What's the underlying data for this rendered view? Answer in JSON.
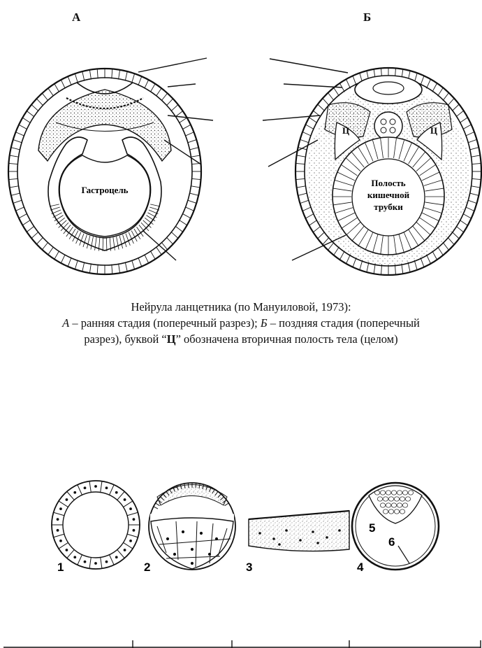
{
  "panels": {
    "a_letter": "А",
    "b_letter": "Б"
  },
  "figure1": {
    "gastrocoel_label": "Гастроцель",
    "gut_cavity_label_1": "Полость",
    "gut_cavity_label_2": "кишечной",
    "gut_cavity_label_3": "трубки",
    "coelom_label_left": "Ц",
    "coelom_label_right": "Ц"
  },
  "caption": {
    "line1": "Нейрула ланцетника (по Мануиловой, 1973):",
    "line2_italic_a": "А",
    "line2_text_a": " – ранняя стадия (поперечный разрез); ",
    "line2_italic_b": "Б",
    "line2_text_b": " – поздняя стадия (поперечный",
    "line3_text_1": "разрез), буквой “",
    "line3_bold": "Ц",
    "line3_text_2": "” обозначена вторичная полость тела (целом)"
  },
  "figure2": {
    "numbers": [
      "1",
      "2",
      "3",
      "4",
      "5",
      "6"
    ]
  },
  "colors": {
    "ink": "#111111",
    "background": "#ffffff"
  }
}
